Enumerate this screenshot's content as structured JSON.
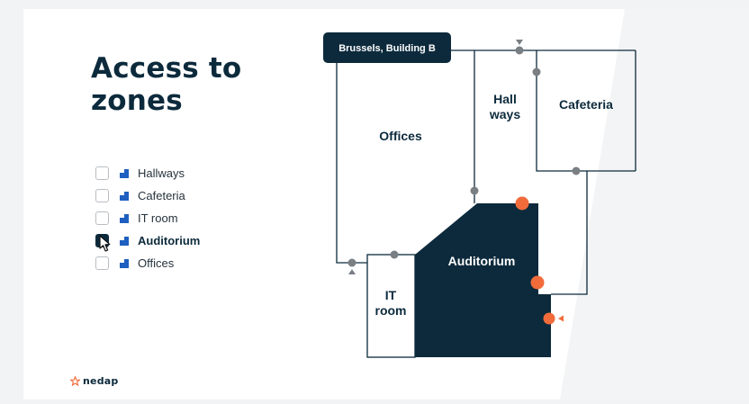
{
  "title_line1": "Access to",
  "title_line2": "zones",
  "zones": [
    {
      "label": "Hallways",
      "checked": false
    },
    {
      "label": "Cafeteria",
      "checked": false
    },
    {
      "label": "IT room",
      "checked": false
    },
    {
      "label": "Auditorium",
      "checked": true
    },
    {
      "label": "Offices",
      "checked": false
    }
  ],
  "floorplan": {
    "building_label": "Brussels, Building B",
    "rooms": {
      "offices": "Offices",
      "hall_line1": "Hall",
      "hall_line2": "ways",
      "cafeteria": "Cafeteria",
      "auditorium": "Auditorium",
      "it_line1": "IT",
      "it_line2": "room"
    }
  },
  "brand": "nedap",
  "colors": {
    "navy": "#0c2a3c",
    "accent_orange": "#f26b3a",
    "zone_icon_blue": "#1e5fbf",
    "door_gray": "#7a7f84"
  }
}
